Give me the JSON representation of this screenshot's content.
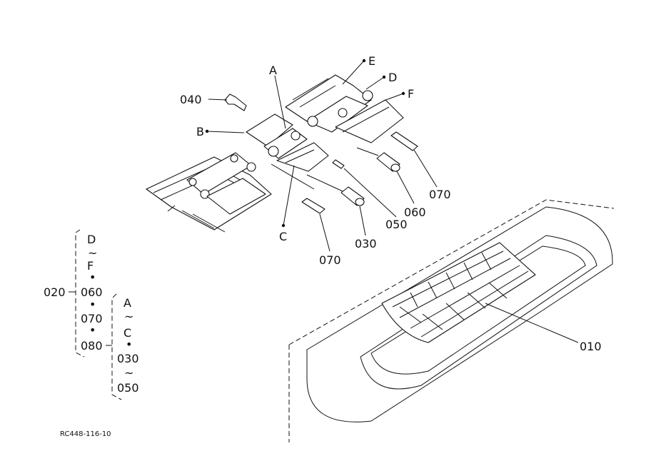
{
  "labels": {
    "p040": "040",
    "pB": "B",
    "pA": "A",
    "pE": "E",
    "pD": "D",
    "pF": "F",
    "pC": "C",
    "p070a": "070",
    "p030": "030",
    "p050": "050",
    "p060": "060",
    "p070b": "070",
    "p010": "010"
  },
  "legend": {
    "group_id": "020",
    "outer": [
      "D",
      "~",
      "F",
      "•",
      "060",
      "•",
      "070",
      "•",
      "080"
    ],
    "inner": [
      "A",
      "~",
      "C",
      "•",
      "030",
      "~",
      "050"
    ]
  },
  "drawing_code": "RC448-116-10"
}
